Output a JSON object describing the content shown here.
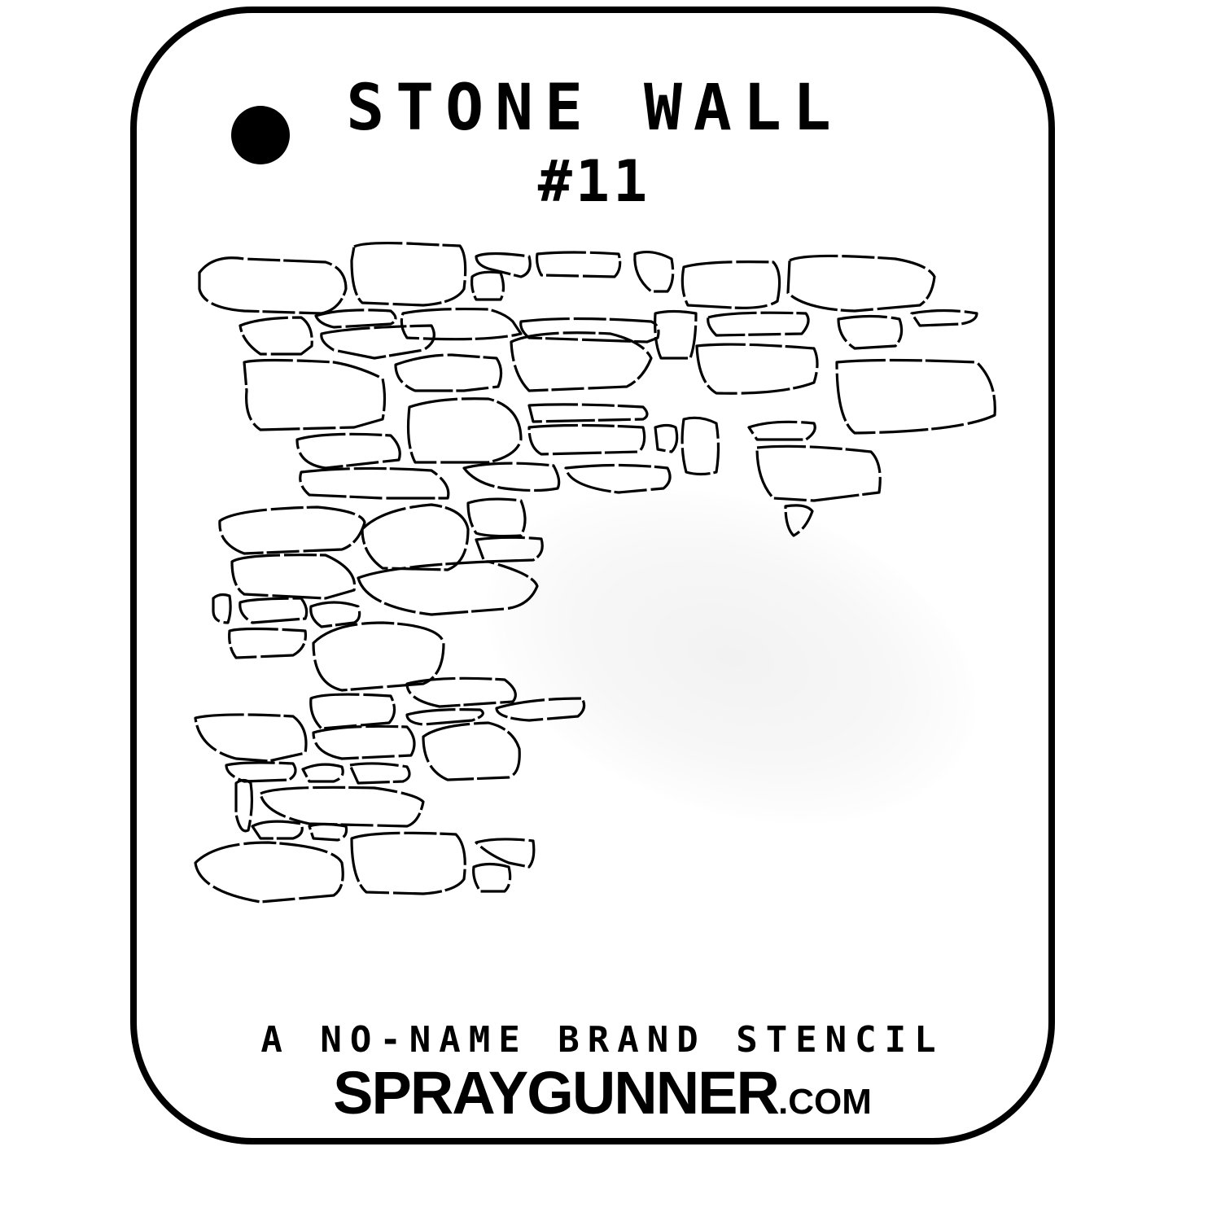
{
  "stencil": {
    "title": "STONE WALL",
    "number": "#11",
    "brand_line": "A NO-NAME BRAND STENCIL",
    "site_main": "SPRAYGUNNER",
    "site_domain": ".COM",
    "colors": {
      "ink": "#000000",
      "background": "#ffffff"
    },
    "hole_icon": "hanging-hole",
    "pattern": "stone-wall outlines",
    "stones": [
      "M245,335 Q262,312 300,318 L400,322 Q425,330 425,355 Q418,380 395,385 L300,382 Q250,378 245,355 Z",
      "M435,303 Q450,296 520,300 L565,302 Q575,315 570,355 Q560,372 520,375 L445,372 Q432,360 432,320 Z",
      "M585,315 Q600,308 650,315 Q655,335 640,340 L600,330 Q585,325 585,315 Z",
      "M580,340 Q590,332 615,335 Q622,355 615,368 L585,368 Q578,355 580,340 Z",
      "M660,312 Q700,308 760,312 Q765,330 755,340 L665,338 Q658,325 660,312 Z",
      "M780,312 Q800,305 825,318 Q830,345 820,358 L800,358 Q778,340 780,312 Z",
      "M840,328 Q870,320 950,322 Q962,335 955,370 Q940,380 900,378 L845,375 Q835,355 840,328 Z",
      "M970,320 Q990,310 1100,318 Q1140,325 1148,340 Q1145,365 1130,375 L1050,382 Q990,380 968,360 Z",
      "M295,400 Q320,390 370,390 Q385,400 383,425 L370,435 L320,435 Q298,420 295,400 Z",
      "M388,388 Q420,378 480,382 Q492,392 480,398 L410,402 Q392,398 388,388 Z",
      "M395,410 Q430,402 530,400 Q540,418 520,430 L460,440 L410,430 Q393,420 395,410 Z",
      "M495,385 Q530,378 600,380 Q620,385 630,395 L640,410 Q600,420 500,415 Q490,400 495,385 Z",
      "M640,395 Q700,388 800,395 Q812,400 808,415 L795,420 L650,415 Q638,405 640,395 Z",
      "M805,385 Q825,380 855,385 Q855,420 848,440 L812,440 Q803,420 805,385 Z",
      "M870,390 Q900,382 990,385 Q998,395 985,410 L880,412 Q868,400 870,390 Z",
      "M1030,392 Q1070,385 1105,392 Q1112,412 1100,425 L1050,428 Q1030,415 1030,392 Z",
      "M1120,385 Q1160,378 1200,385 Q1200,395 1180,398 L1130,400 Z",
      "M300,445 Q320,440 410,445 Q440,450 470,465 Q475,490 470,515 L435,525 L320,528 Q300,515 303,480 Z",
      "M486,448 Q520,436 555,436 L610,440 Q620,455 612,475 L570,480 L510,480 Q486,470 486,448 Z",
      "M628,420 Q660,405 750,410 Q790,420 800,440 Q790,465 770,475 L650,480 Q630,460 628,420 Z",
      "M856,425 Q900,420 1000,428 Q1008,445 1000,470 Q960,485 880,483 Q858,470 856,425 Z",
      "M1028,445 Q1080,440 1200,445 Q1225,470 1222,510 Q1180,530 1050,532 Q1028,515 1028,445 Z",
      "M503,500 Q540,488 600,490 Q640,500 640,540 Q635,560 600,568 L510,568 Q498,545 503,500 Z",
      "M650,498 Q700,495 790,500 Q800,510 790,515 L655,518 Z",
      "M650,525 Q700,520 790,525 Q795,545 785,555 L665,558 Q650,550 650,525 Z",
      "M805,525 Q820,520 830,525 Q835,545 825,555 L808,552 Z",
      "M840,515 Q860,510 880,520 Q885,550 880,580 Q860,585 843,580 Q835,550 840,515 Z",
      "M920,525 Q950,515 1000,520 Q1005,530 990,540 L930,540 Z",
      "M365,540 Q400,530 480,535 Q495,550 490,565 L400,575 Q365,570 365,540 Z",
      "M930,550 Q980,545 1070,555 Q1085,570 1080,605 L1000,615 L950,612 Q930,590 930,550 Z",
      "M570,575 Q610,565 680,572 Q690,590 685,600 Q660,605 620,600 Q585,595 570,575 Z",
      "M695,575 Q760,568 820,575 Q828,590 815,600 L760,605 Q700,598 695,575 Z",
      "M370,580 Q440,572 530,578 Q555,595 550,612 L470,612 L380,608 Q365,595 370,580 Z",
      "M965,622 Q990,618 998,628 Q990,650 975,658 Q965,648 965,622 Z",
      "M270,640 Q290,625 390,623 Q445,628 448,642 Q440,668 420,675 L300,680 Q268,668 270,640 Z",
      "M445,650 Q470,625 530,620 Q570,625 575,650 Q575,690 550,700 L470,698 Q445,680 445,650 Z",
      "M575,618 Q600,610 640,615 Q650,640 640,658 Q600,660 585,655 Q575,640 575,618 Z",
      "M585,663 Q620,658 665,662 Q670,680 655,688 L595,690 Z",
      "M285,690 Q300,680 400,682 Q440,700 435,725 L400,735 L300,730 Q285,720 285,690 Z",
      "M440,710 Q480,695 600,690 Q655,705 660,720 Q650,745 620,748 L530,755 Q450,745 440,710 Z",
      "M262,735 Q270,728 282,732 Q285,750 280,765 Q262,765 262,750 Z",
      "M295,740 Q310,735 370,735 Q380,748 375,760 L310,765 Q293,755 295,740 Z",
      "M382,745 Q410,735 440,745 Q445,760 435,765 L395,770 Q380,760 382,745 Z",
      "M282,775 Q300,770 375,775 Q378,795 360,805 L290,808 Q280,795 282,775 Z",
      "M385,790 Q410,765 470,765 Q540,768 545,790 Q545,830 520,840 L420,848 Q385,840 385,790 Z",
      "M382,858 Q400,850 480,855 Q490,875 478,888 L395,895 Q380,880 382,858 Z",
      "M500,840 Q540,830 620,835 Q640,850 630,862 L540,868 Q500,860 500,840 Z",
      "M500,878 Q530,870 590,872 Q600,878 580,885 L520,890 Q500,888 500,878 Z",
      "M610,870 Q650,858 715,858 Q722,870 710,880 L650,885 Q610,882 610,870 Z",
      "M240,882 Q270,875 360,880 Q380,895 375,925 L330,935 L290,932 Q245,920 240,882 Z",
      "M385,900 Q420,890 500,893 Q515,910 505,928 L420,932 Q385,925 385,900 Z",
      "M520,905 Q540,890 600,888 Q630,895 638,920 Q640,950 625,955 L550,958 Q520,945 520,905 Z",
      "M278,940 Q300,935 360,938 Q368,950 355,958 L300,960 Q278,952 278,940 Z",
      "M372,945 Q395,935 420,942 Q425,955 410,960 L380,960 Z",
      "M430,940 Q460,935 500,942 Q508,955 495,960 L440,962 Z",
      "M290,962 Q300,955 308,962 Q312,990 305,1020 Q295,1025 290,1000 Z",
      "M320,975 Q340,965 460,968 Q510,975 520,985 Q515,1010 500,1015 L380,1012 Q325,1000 320,975 Z",
      "M310,1015 Q330,1005 370,1012 Q375,1025 360,1030 L320,1030 Z",
      "M380,1015 Q395,1010 425,1015 Q428,1028 415,1032 L385,1030 Z",
      "M240,1060 Q265,1035 330,1035 Q410,1040 420,1060 Q425,1090 410,1100 L320,1108 Q245,1095 240,1060 Z",
      "M432,1030 Q460,1020 560,1025 Q575,1040 570,1080 Q560,1095 520,1098 L450,1096 Q432,1080 432,1030 Z",
      "M585,1035 Q610,1028 655,1033 Q658,1055 650,1065 L625,1060 Q600,1050 585,1035 Z",
      "M582,1065 Q600,1058 625,1065 Q630,1085 620,1095 L590,1095 Q580,1080 582,1065 Z"
    ]
  }
}
